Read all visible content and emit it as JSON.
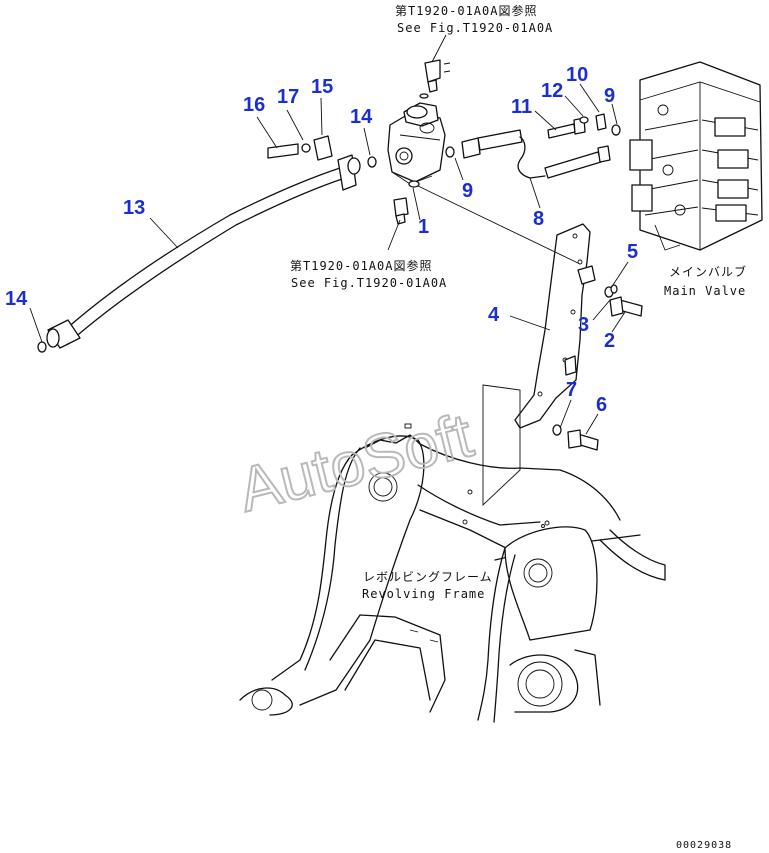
{
  "watermark": "AutoSoft",
  "references": {
    "top_jp": "第T1920-01A0A図参照",
    "top_en": "See Fig.T1920-01A0A",
    "mid_jp": "第T1920-01A0A図参照",
    "mid_en": "See Fig.T1920-01A0A"
  },
  "components": {
    "main_valve_jp": "メインバルブ",
    "main_valve_en": "Main Valve",
    "frame_jp": "レボルビングフレーム",
    "frame_en": "Revolving Frame"
  },
  "doc_number": "00029038",
  "callouts": [
    "1",
    "2",
    "3",
    "4",
    "5",
    "6",
    "7",
    "8",
    "9",
    "9",
    "10",
    "11",
    "12",
    "13",
    "14",
    "14",
    "15",
    "16",
    "17"
  ],
  "colors": {
    "callout": "#1a2fd0",
    "line": "#111111",
    "watermark": "#b9b9b9"
  }
}
